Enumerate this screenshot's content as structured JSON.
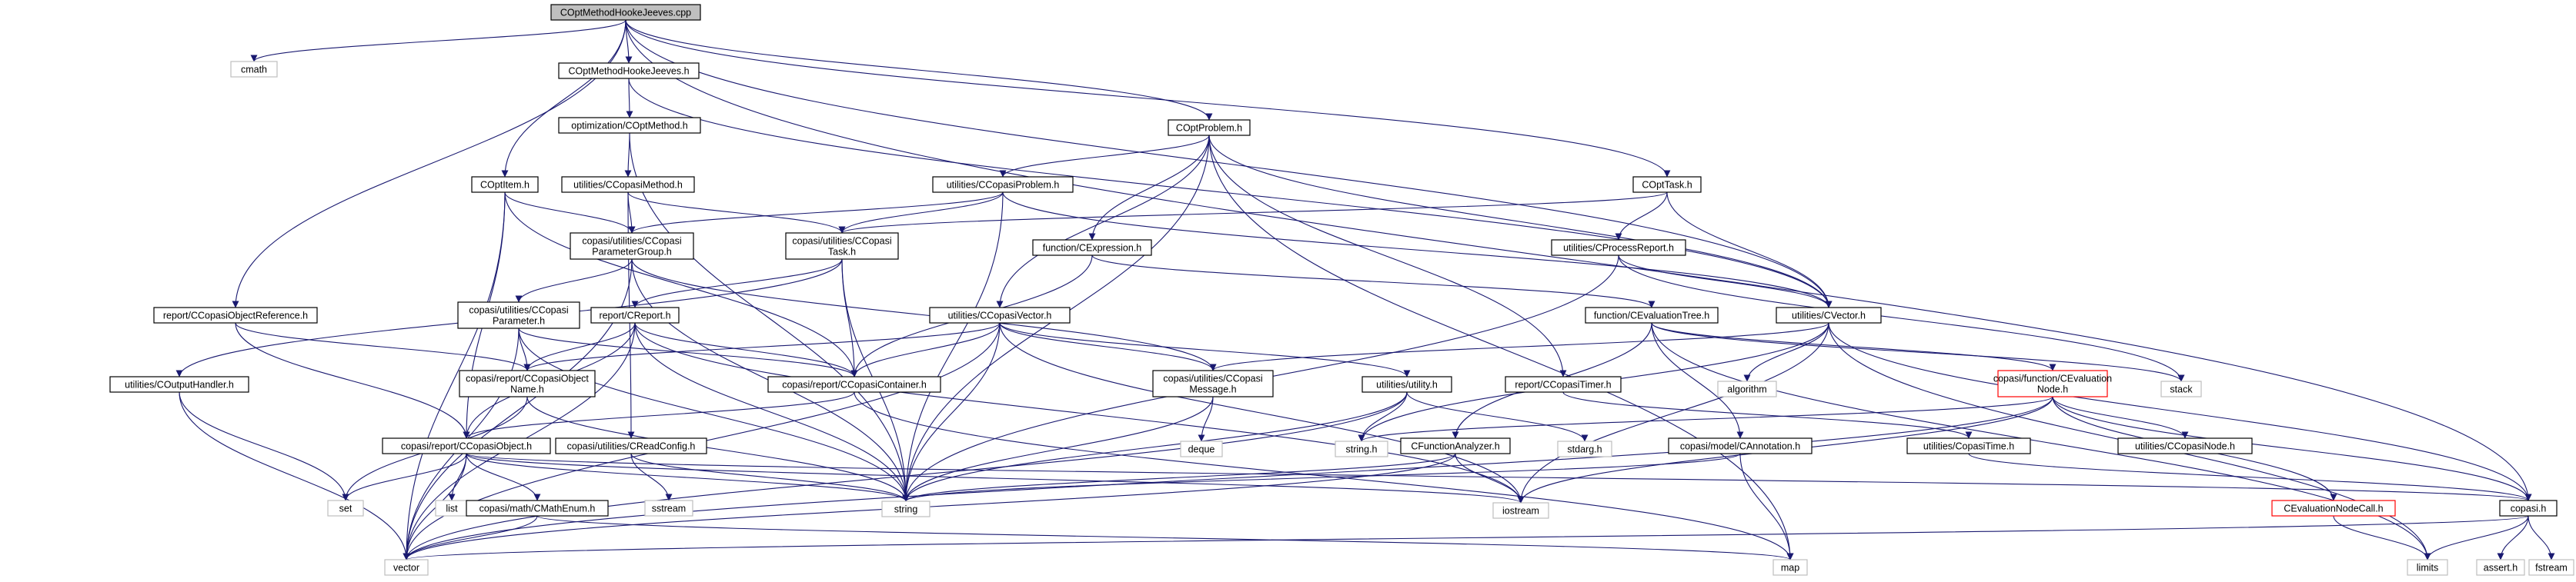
{
  "graph": {
    "colors": {
      "root_fill": "#bfbfbf",
      "node_border": "#000000",
      "missing_border": "#bfbfbf",
      "missing_text": "#888888",
      "truncated_border": "#ff0000",
      "edge": "#191970"
    },
    "nodes": {
      "root": "COptMethodHookeJeeves.cpp",
      "cmath": "cmath",
      "hookejeeves_h": "COptMethodHookeJeeves.h",
      "optmethod_h": "optimization/COptMethod.h",
      "optitem_h": "COptItem.h",
      "copasimethod_h": "utilities/CCopasiMethod.h",
      "optproblem_h": "COptProblem.h",
      "copasiproblem_h": "utilities/CCopasiProblem.h",
      "opttask_h": "COptTask.h",
      "paramgroup_h": [
        "copasi/utilities/CCopasi",
        "ParameterGroup.h"
      ],
      "copasitask_h": [
        "copasi/utilities/CCopasi",
        "Task.h"
      ],
      "expression_h": "function/CExpression.h",
      "processreport_h": "utilities/CProcessReport.h",
      "objreference_h": "report/CCopasiObjectReference.h",
      "parameter_h": [
        "copasi/utilities/CCopasi",
        "Parameter.h"
      ],
      "report_h": "report/CReport.h",
      "copasivector_h": "utilities/CCopasiVector.h",
      "evaltree_h": "function/CEvaluationTree.h",
      "cvector_h": "utilities/CVector.h",
      "outputhandler_h": "utilities/COutputHandler.h",
      "objname_h": [
        "copasi/report/CCopasiObject",
        "Name.h"
      ],
      "container_h": "copasi/report/CCopasiContainer.h",
      "message_h": [
        "copasi/utilities/CCopasi",
        "Message.h"
      ],
      "utility_h": "utilities/utility.h",
      "copasitimer_h": "report/CCopasiTimer.h",
      "evalnode_h": [
        "copasi/function/CEvaluation",
        "Node.h"
      ],
      "algorithm": "algorithm",
      "stack": "stack",
      "object_h": "copasi/report/CCopasiObject.h",
      "readconfig_h": "copasi/utilities/CReadConfig.h",
      "deque": "deque",
      "stringh": "string.h",
      "functionanalyzer_h": "CFunctionAnalyzer.h",
      "stdargh": "stdarg.h",
      "annotation_h": "copasi/model/CAnnotation.h",
      "copasitime_h": "utilities/CopasiTime.h",
      "copasinode_h": "utilities/CCopasiNode.h",
      "set": "set",
      "list": "list",
      "mathenum_h": "copasi/math/CMathEnum.h",
      "sstream": "sstream",
      "string": "string",
      "iostream": "iostream",
      "evalnodecall_h": "CEvaluationNodeCall.h",
      "copasi_h": "copasi.h",
      "vector": "vector",
      "map": "map",
      "limits": "limits",
      "asserth": "assert.h",
      "fstream": "fstream"
    }
  }
}
